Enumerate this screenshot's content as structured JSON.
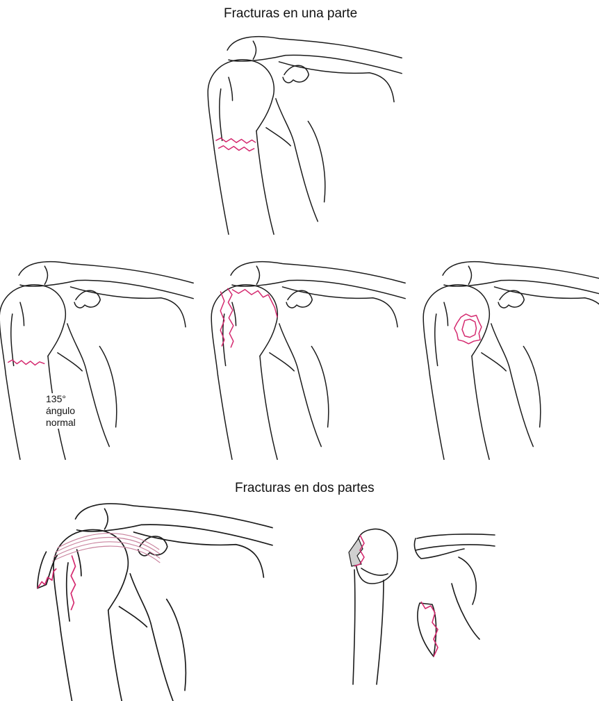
{
  "headings": {
    "one_part": "Fracturas en una parte",
    "two_parts": "Fracturas en dos partes"
  },
  "annotations": {
    "angle_value": "135°",
    "angle_word": "ángulo",
    "angle_qualifier": "normal"
  },
  "colors": {
    "fracture_line": "#d4286e",
    "bone_outline": "#1a1a1a",
    "fragment_fill": "#d0d0d0"
  }
}
